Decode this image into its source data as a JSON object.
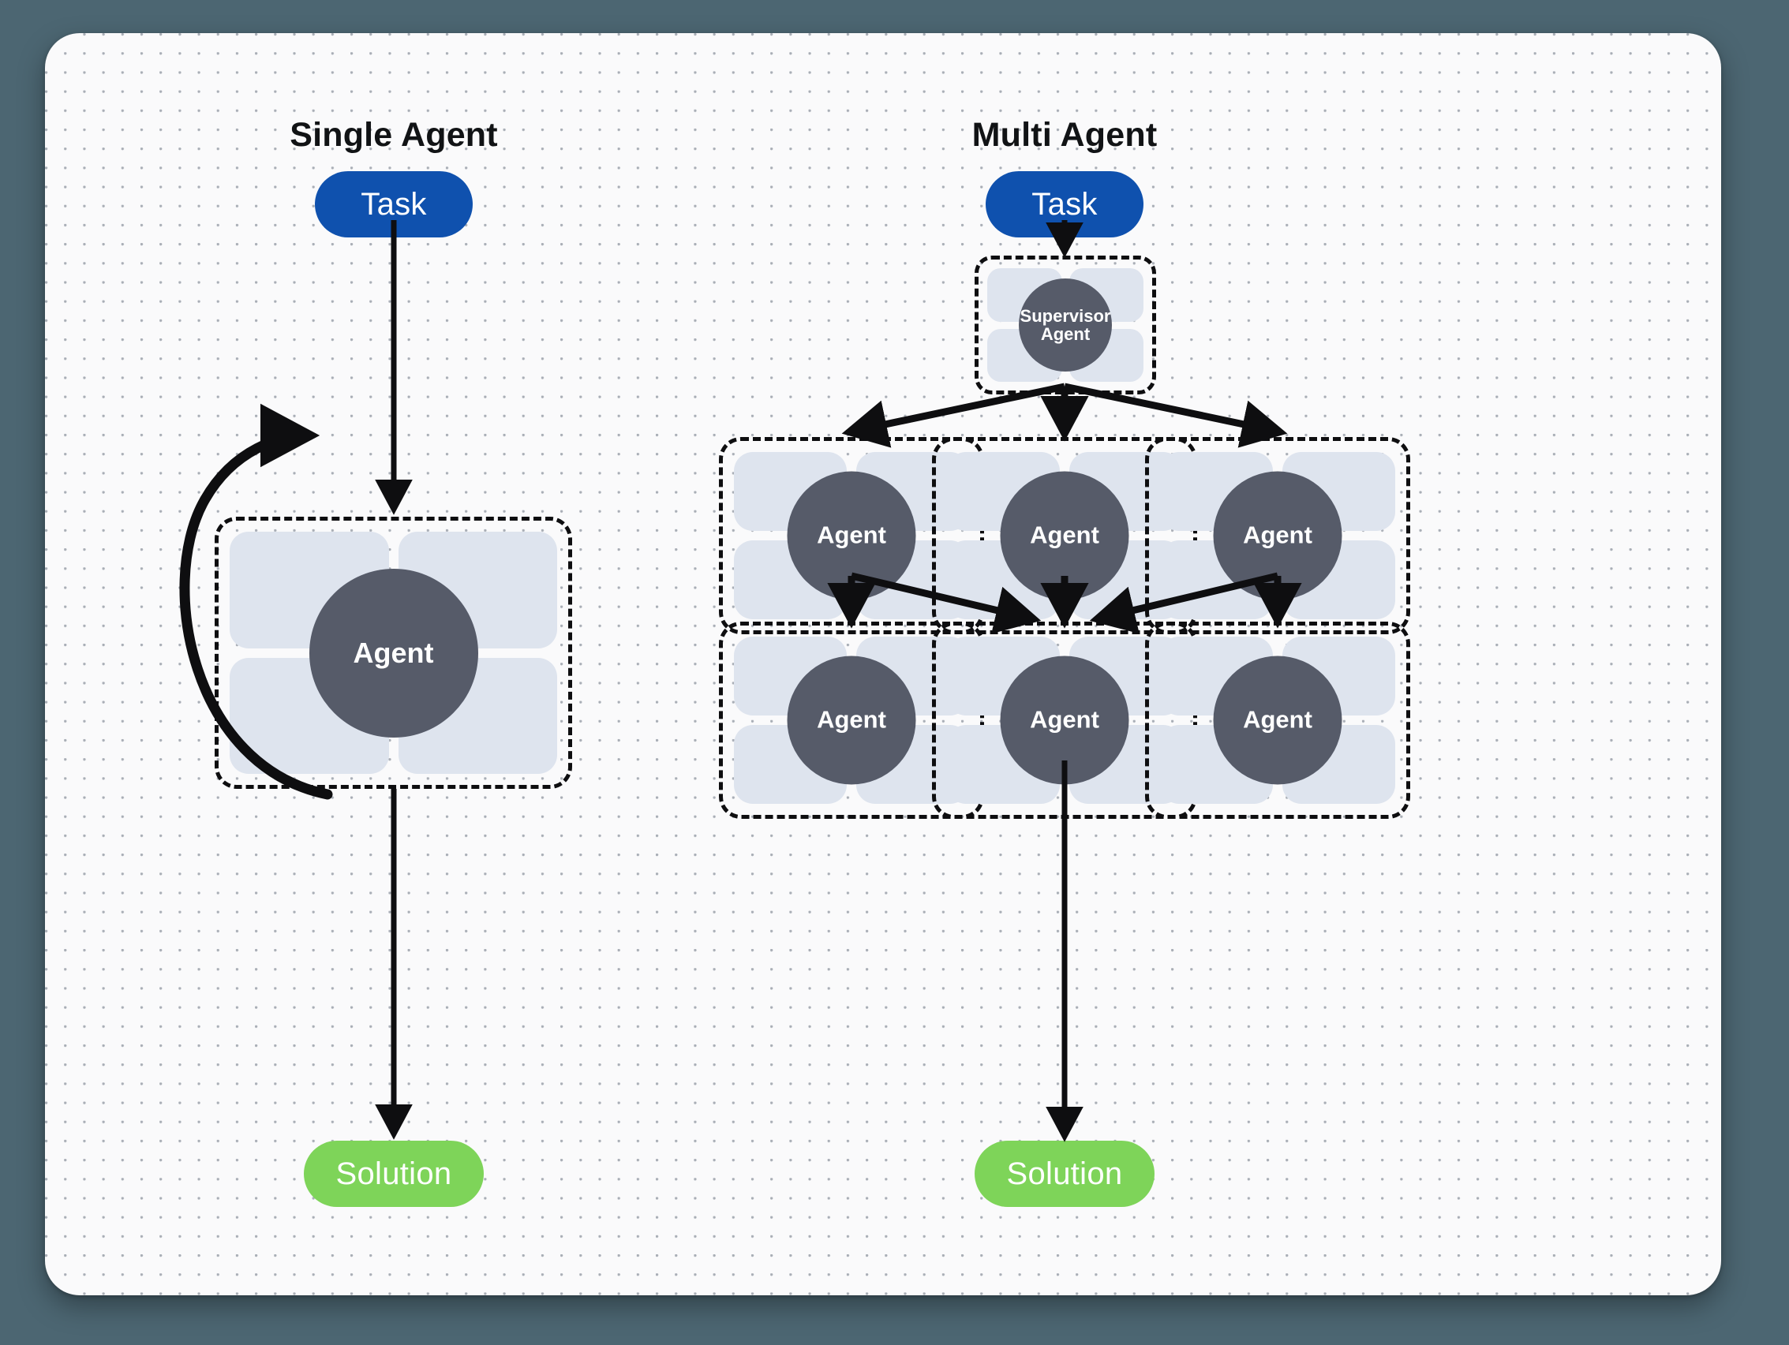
{
  "canvas": {
    "background_color": "#FAFAFB",
    "page_background_color": "#4C6672",
    "dot_color": "#A9AEB6"
  },
  "colors": {
    "task_blue": "#0F51AE",
    "solution_green": "#7ED459",
    "agent_circle_gray": "#565B69",
    "tile_blue_gray": "#DEE4EE",
    "dashed_border": "#0E0E10",
    "title_text": "#111315",
    "label_text": "#FFFFFF"
  },
  "columns": [
    {
      "id": "single-agent",
      "title": "Single Agent",
      "nodes": {
        "task": "Task",
        "agent": "Agent",
        "solution": "Solution"
      },
      "edges": [
        {
          "from": "task",
          "to": "agent",
          "type": "straight-down"
        },
        {
          "from": "agent",
          "to": "agent",
          "type": "self-loop"
        },
        {
          "from": "agent",
          "to": "solution",
          "type": "straight-down"
        }
      ]
    },
    {
      "id": "multi-agent",
      "title": "Multi Agent",
      "nodes": {
        "task": "Task",
        "supervisor": "Supervisor\nAgent",
        "supervisor_line1": "Supervisor",
        "supervisor_line2": "Agent",
        "row1": [
          "Agent",
          "Agent",
          "Agent"
        ],
        "row2": [
          "Agent",
          "Agent",
          "Agent"
        ],
        "solution": "Solution"
      },
      "edges": [
        {
          "from": "task",
          "to": "supervisor",
          "type": "straight-down"
        },
        {
          "from": "supervisor",
          "to": "row1-left",
          "type": "diagonal"
        },
        {
          "from": "supervisor",
          "to": "row1-center",
          "type": "straight-down"
        },
        {
          "from": "supervisor",
          "to": "row1-right",
          "type": "diagonal"
        },
        {
          "from": "row1-left",
          "to": "row2-left",
          "type": "straight-down"
        },
        {
          "from": "row1-left",
          "to": "row2-center",
          "type": "diagonal"
        },
        {
          "from": "row1-center",
          "to": "row2-center",
          "type": "straight-down"
        },
        {
          "from": "row1-right",
          "to": "row2-center",
          "type": "diagonal"
        },
        {
          "from": "row1-right",
          "to": "row2-right",
          "type": "straight-down"
        },
        {
          "from": "row2-center",
          "to": "solution",
          "type": "straight-down"
        }
      ]
    }
  ]
}
